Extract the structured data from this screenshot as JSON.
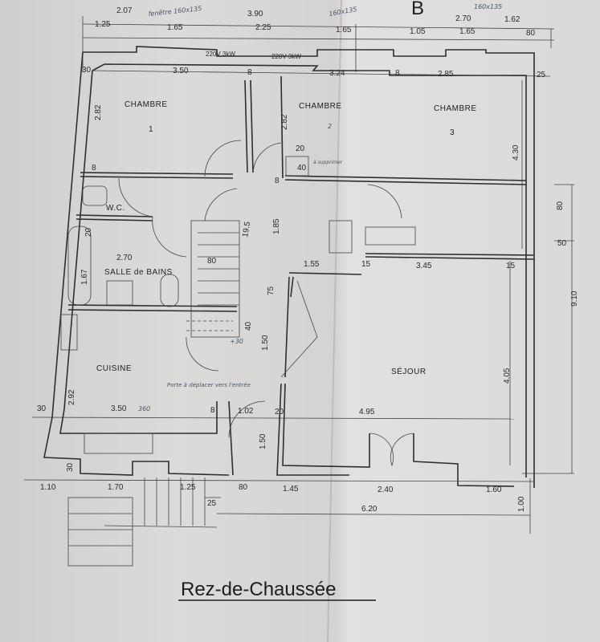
{
  "title": "Rez-de-Chaussée",
  "top_letter": "B",
  "rooms": {
    "chambre1": "CHAMBRE",
    "chambre1_num": "1",
    "chambre2": "CHAMBRE",
    "chambre2_num": "2",
    "chambre3": "CHAMBRE",
    "chambre3_num": "3",
    "wc": "W.C.",
    "salle_de_bains": "SALLE de BAINS",
    "cuisine": "CUISINE",
    "sejour": "SÉJOUR"
  },
  "dimensions_top": [
    "2.07",
    "3.90",
    "2.70",
    "1.62",
    "1.25",
    "1.65",
    "2.25",
    "1.65",
    "1.05",
    "1.65",
    "80"
  ],
  "dimensions_inner": [
    "30",
    "3.50",
    "8",
    "3.24",
    "8",
    "2.85",
    "25",
    "2.82",
    "2.82",
    "8",
    "8",
    "20",
    "40",
    "4.30",
    "80",
    "50",
    "9.10",
    "2.70",
    "80",
    "1.67",
    "20",
    "1.85",
    "1.55",
    "3.45",
    "15",
    "15",
    "75",
    "1.50",
    "40",
    "+30",
    "4.05",
    "2.92",
    "30",
    "3.50",
    "360",
    "8",
    "1.02",
    "20",
    "4.95",
    "1.50",
    "30"
  ],
  "dimensions_bottom": [
    "1.10",
    "1.70",
    "1.25",
    "25",
    "80",
    "1.45",
    "2.40",
    "1.60",
    "6.20",
    "1.00"
  ],
  "annotations": {
    "window1": "fenêtre 160x135",
    "window2": "160x135",
    "window3": "160x135",
    "heater1": "220V 3kW",
    "heater2": "220V 3kW",
    "stair_step": "19.5",
    "chambre2_note": "à supprimer",
    "door_note": "Porte à déplacer vers l'entrée"
  },
  "colors": {
    "ink": "#2e2e2e",
    "paper": "#d9d8d6",
    "handwriting": "#4a5468"
  }
}
